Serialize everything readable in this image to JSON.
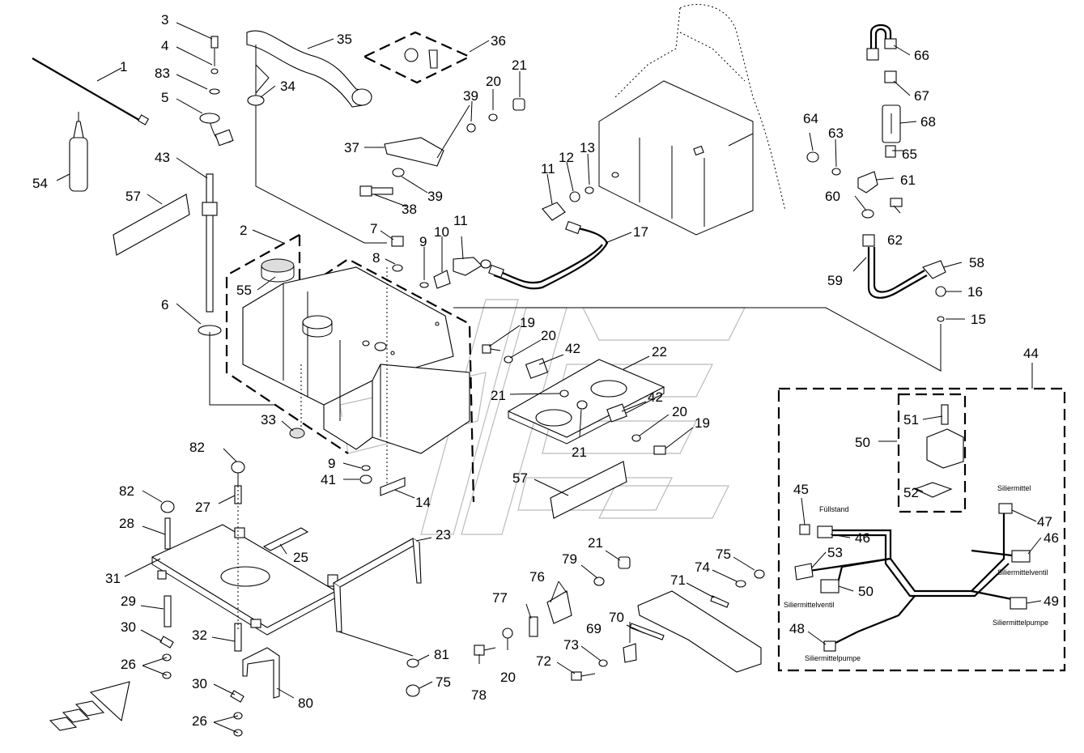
{
  "labels": {
    "l1": "1",
    "l2": "2",
    "l3": "3",
    "l4": "4",
    "l5": "5",
    "l6": "6",
    "l7": "7",
    "l8": "8",
    "l9a": "9",
    "l9b": "9",
    "l10": "10",
    "l11a": "11",
    "l11b": "11",
    "l12": "12",
    "l13": "13",
    "l14": "14",
    "l15": "15",
    "l16": "16",
    "l17": "17",
    "l19a": "19",
    "l19b": "19",
    "l20a": "20",
    "l20b": "20",
    "l20c": "20",
    "l20d": "20",
    "l21a": "21",
    "l21b": "21",
    "l21c": "21",
    "l21d": "21",
    "l22": "22",
    "l23": "23",
    "l25": "25",
    "l26a": "26",
    "l26b": "26",
    "l27": "27",
    "l28": "28",
    "l29": "29",
    "l30a": "30",
    "l30b": "30",
    "l31": "31",
    "l32": "32",
    "l33": "33",
    "l34": "34",
    "l35": "35",
    "l36": "36",
    "l37": "37",
    "l38": "38",
    "l39a": "39",
    "l39b": "39",
    "l41": "41",
    "l42a": "42",
    "l42b": "42",
    "l43": "43",
    "l44": "44",
    "l45": "45",
    "l46a": "46",
    "l46b": "46",
    "l47": "47",
    "l48": "48",
    "l49": "49",
    "l50a": "50",
    "l50b": "50",
    "l51": "51",
    "l52": "52",
    "l53": "53",
    "l54": "54",
    "l55": "55",
    "l57a": "57",
    "l57b": "57",
    "l58": "58",
    "l59": "59",
    "l60": "60",
    "l61": "61",
    "l62": "62",
    "l63": "63",
    "l64": "64",
    "l65": "65",
    "l66": "66",
    "l67": "67",
    "l68": "68",
    "l69": "69",
    "l70": "70",
    "l71": "71",
    "l72": "72",
    "l73": "73",
    "l74": "74",
    "l75a": "75",
    "l75b": "75",
    "l76": "76",
    "l77": "77",
    "l78": "78",
    "l79": "79",
    "l80": "80",
    "l81": "81",
    "l82a": "82",
    "l82b": "82",
    "l83": "83"
  },
  "harness_labels": {
    "fuellstand": "Füllstand",
    "siliermittel": "Siliermittel",
    "siliermittelventil_a": "Siliermittelventil",
    "siliermittelventil_b": "Siliermittelventil",
    "siliermittelpumpe_a": "Siliermittelpumpe",
    "siliermittelpumpe_b": "Siliermittelpumpe"
  }
}
